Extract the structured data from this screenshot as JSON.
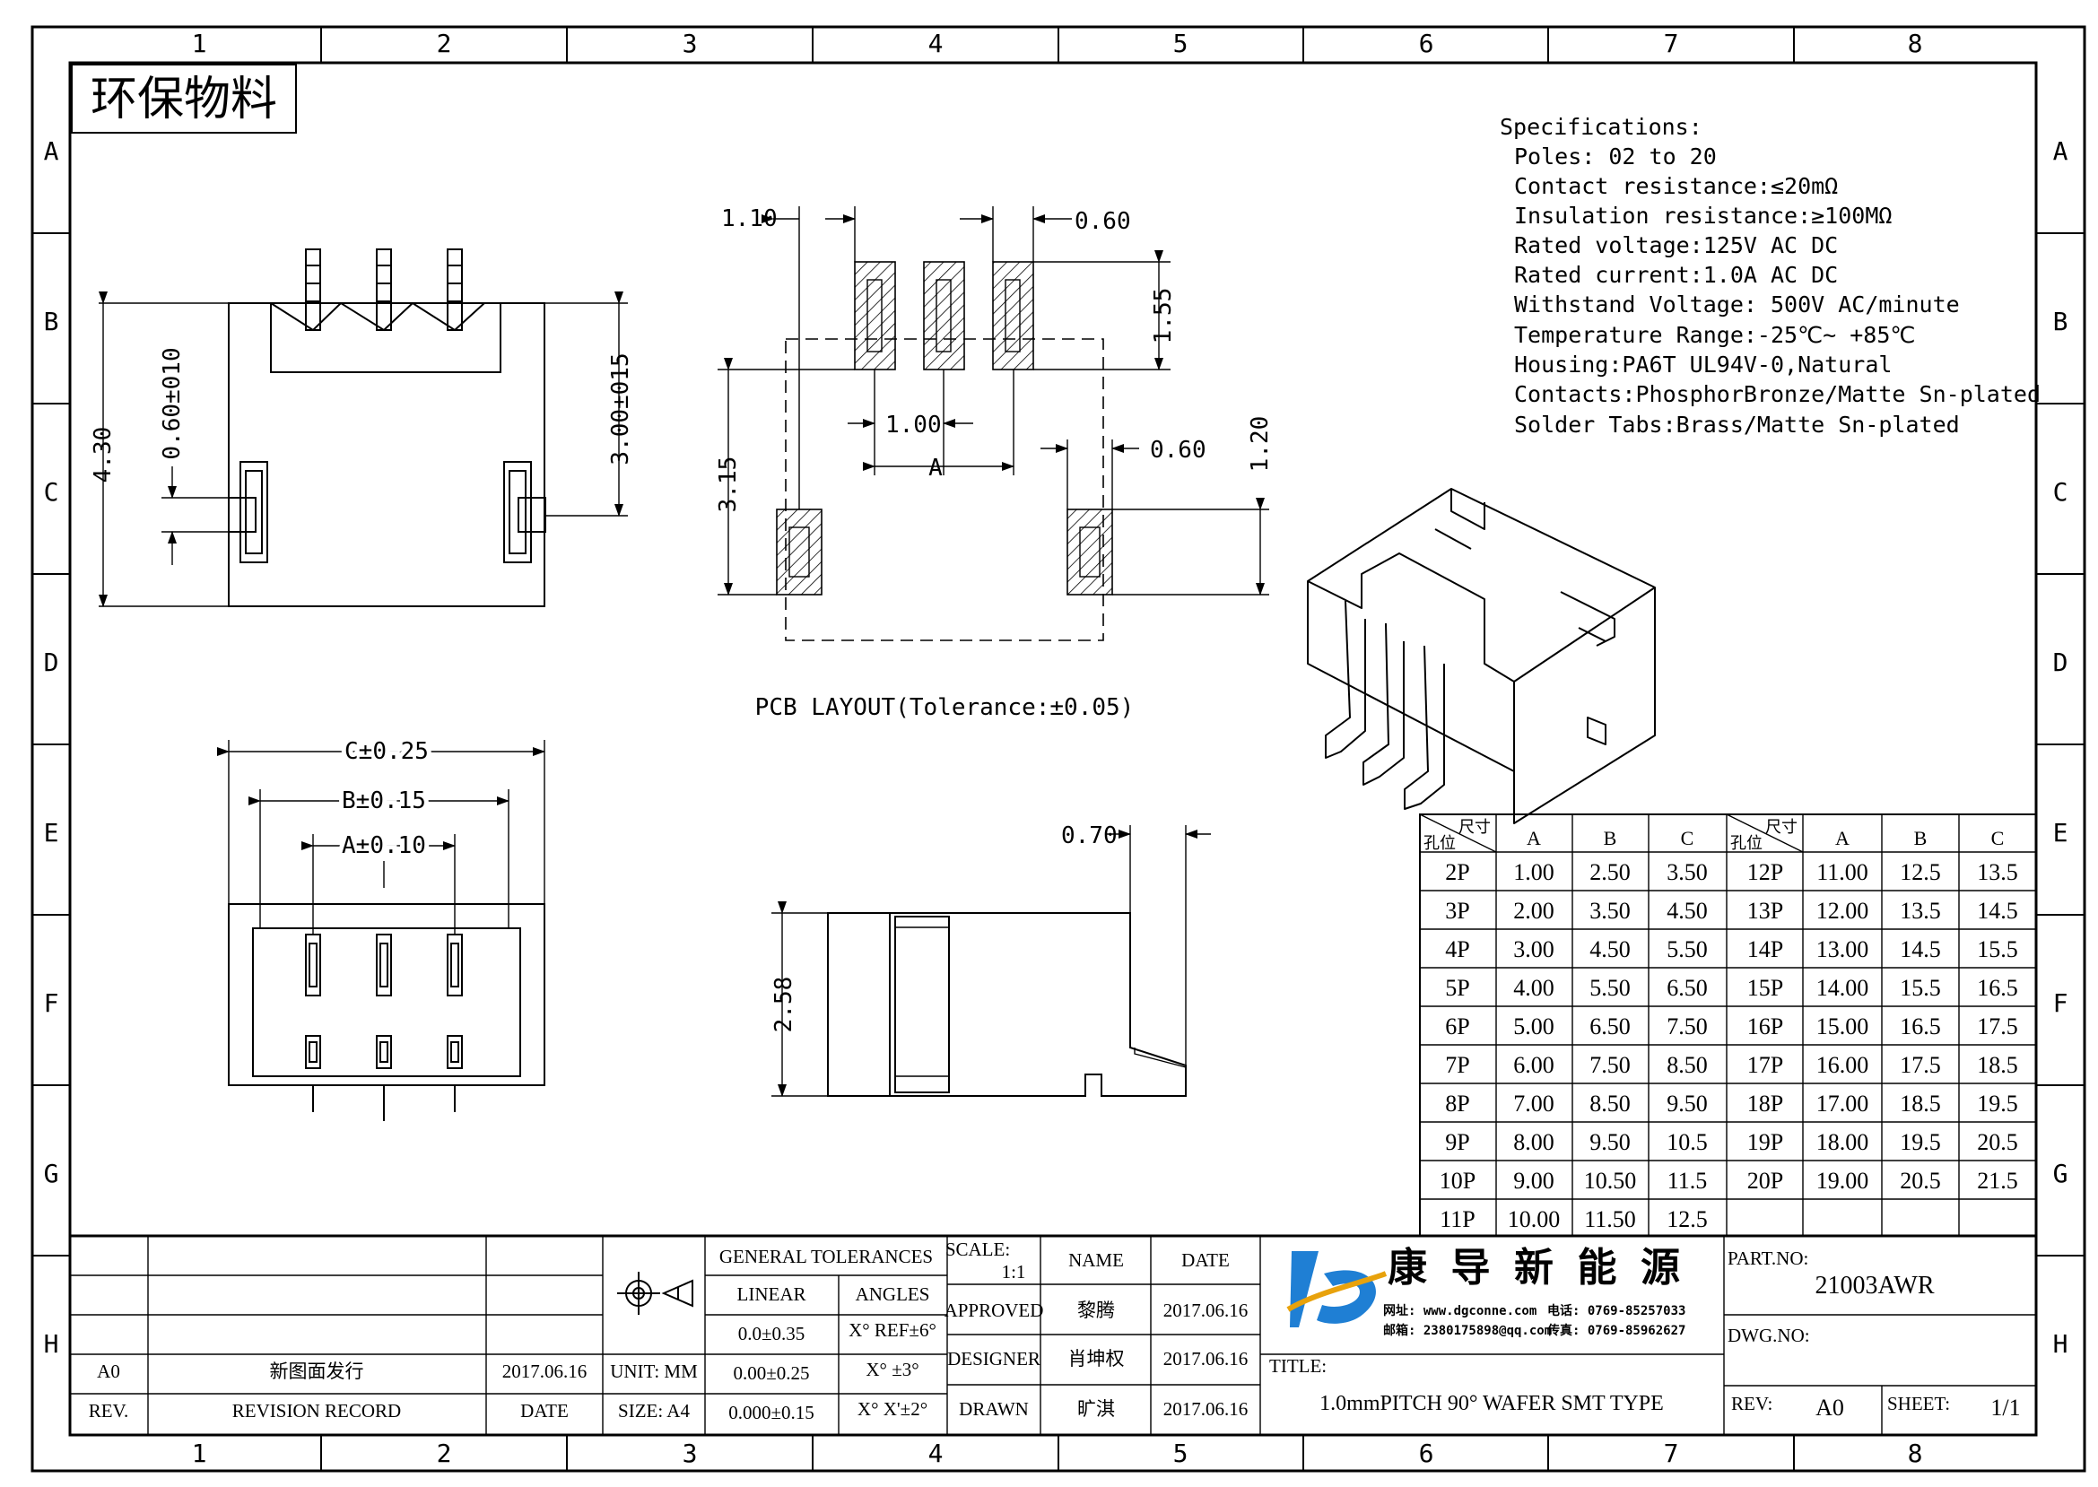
{
  "frame": {
    "cols": [
      "1",
      "2",
      "3",
      "4",
      "5",
      "6",
      "7",
      "8"
    ],
    "rows": [
      "A",
      "B",
      "C",
      "D",
      "E",
      "F",
      "G",
      "H"
    ]
  },
  "eco_label": "环保物料",
  "specifications": {
    "heading": "Specifications:",
    "lines": [
      "Poles: 02 to 20",
      "Contact resistance:≤20mΩ",
      "Insulation resistance:≥100MΩ",
      "Rated voltage:125V AC DC",
      "Rated current:1.0A AC DC",
      "Withstand Voltage: 500V AC/minute",
      "Temperature Range:-25℃~ +85℃",
      "Housing:PA6T UL94V-0,Natural",
      "Contacts:PhosphorBronze/Matte Sn-plated",
      "Solder Tabs:Brass/Matte Sn-plated"
    ]
  },
  "dimensions": {
    "front_height": "4.30",
    "front_tab": "0.60±010",
    "front_body": "3.00±015",
    "pcb_pad_pitch_offset": "1.10",
    "pcb_pad_width": "0.60",
    "pcb_pad_length": "1.55",
    "pcb_pitch": "1.00",
    "pcb_span": "A",
    "pcb_tab_width": "0.60",
    "pcb_tab_length": "1.20",
    "pcb_height": "3.15",
    "pcb_caption": "PCB LAYOUT(Tolerance:±0.05)",
    "top_c": "C±0.25",
    "top_b": "B±0.15",
    "top_a": "A±0.10",
    "side_top": "0.70",
    "side_height": "2.58"
  },
  "size_table": {
    "corner_top": "尺寸",
    "corner_bottom": "孔位",
    "headers": [
      "A",
      "B",
      "C"
    ],
    "left_rows": [
      [
        "2P",
        "1.00",
        "2.50",
        "3.50"
      ],
      [
        "3P",
        "2.00",
        "3.50",
        "4.50"
      ],
      [
        "4P",
        "3.00",
        "4.50",
        "5.50"
      ],
      [
        "5P",
        "4.00",
        "5.50",
        "6.50"
      ],
      [
        "6P",
        "5.00",
        "6.50",
        "7.50"
      ],
      [
        "7P",
        "6.00",
        "7.50",
        "8.50"
      ],
      [
        "8P",
        "7.00",
        "8.50",
        "9.50"
      ],
      [
        "9P",
        "8.00",
        "9.50",
        "10.5"
      ],
      [
        "10P",
        "9.00",
        "10.50",
        "11.5"
      ],
      [
        "11P",
        "10.00",
        "11.50",
        "12.5"
      ]
    ],
    "right_rows": [
      [
        "12P",
        "11.00",
        "12.5",
        "13.5"
      ],
      [
        "13P",
        "12.00",
        "13.5",
        "14.5"
      ],
      [
        "14P",
        "13.00",
        "14.5",
        "15.5"
      ],
      [
        "15P",
        "14.00",
        "15.5",
        "16.5"
      ],
      [
        "16P",
        "15.00",
        "16.5",
        "17.5"
      ],
      [
        "17P",
        "16.00",
        "17.5",
        "18.5"
      ],
      [
        "18P",
        "17.00",
        "18.5",
        "19.5"
      ],
      [
        "19P",
        "18.00",
        "19.5",
        "20.5"
      ],
      [
        "20P",
        "19.00",
        "20.5",
        "21.5"
      ]
    ]
  },
  "title_block": {
    "rev_row": {
      "rev": "A0",
      "record": "新图面发行",
      "date": "2017.06.16"
    },
    "rev_header": {
      "rev": "REV.",
      "record": "REVISION RECORD",
      "date": "DATE"
    },
    "unit": "UNIT: MM",
    "size": "SIZE: A4",
    "general_tolerances": "GENERAL TOLERANCES",
    "linear": "LINEAR",
    "angles": "ANGLES",
    "tol_rows": [
      [
        "0.0±0.35",
        "X° REF±6°"
      ],
      [
        "0.00±0.25",
        "X° ±3°"
      ],
      [
        "0.000±0.15",
        "X° X'±2°"
      ]
    ],
    "scale_label": "SCALE:",
    "scale_value": "1:1",
    "name_label": "NAME",
    "date_label": "DATE",
    "approved_label": "APPROVED",
    "approved_name": "黎腾",
    "approved_date": "2017.06.16",
    "designer_label": "DESIGNER",
    "designer_name": "肖坤权",
    "designer_date": "2017.06.16",
    "drawn_label": "DRAWN",
    "drawn_name": "旷淇",
    "drawn_date": "2017.06.16",
    "company_name": "康 导 新 能 源",
    "company_web": "网址: www.dgconne.com",
    "company_tel": "电话: 0769-85257033",
    "company_mail": "邮箱: 2380175898@qq.com",
    "company_fax": "传真: 0769-85962627",
    "title_label": "TITLE:",
    "title_value": "1.0mmPITCH 90° WAFER SMT TYPE",
    "part_no_label": "PART.NO:",
    "part_no_value": "21003AWR",
    "dwg_no_label": "DWG.NO:",
    "rev_label": "REV:",
    "rev_value": "A0",
    "sheet_label": "SHEET:",
    "sheet_value": "1/1"
  }
}
